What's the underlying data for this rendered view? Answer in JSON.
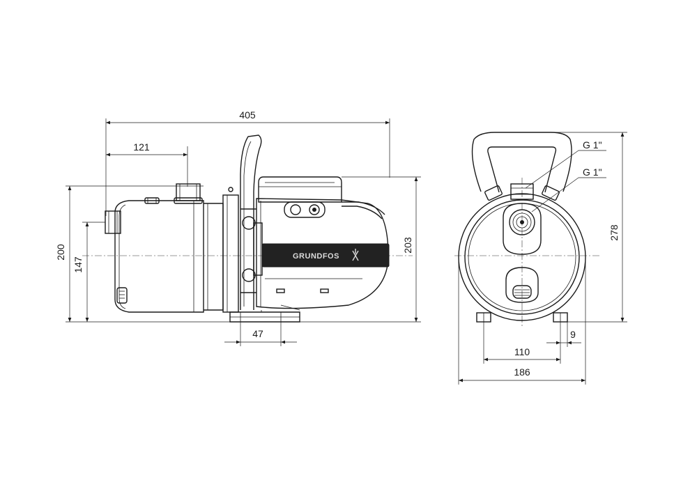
{
  "dimensions": {
    "overall_length": "405",
    "inlet_offset": "121",
    "height_side": "200",
    "inlet_height": "147",
    "motor_height": "203",
    "base_width": "47",
    "overall_height": "278",
    "foot_spacing": "110",
    "foot_width": "9",
    "overall_width": "186"
  },
  "connections": {
    "discharge": "G 1\"",
    "suction": "G 1\""
  },
  "brand": {
    "name": "GRUNDFOS"
  },
  "colors": {
    "line": "#1a1a1a",
    "background": "#ffffff",
    "badge": "#222222"
  }
}
